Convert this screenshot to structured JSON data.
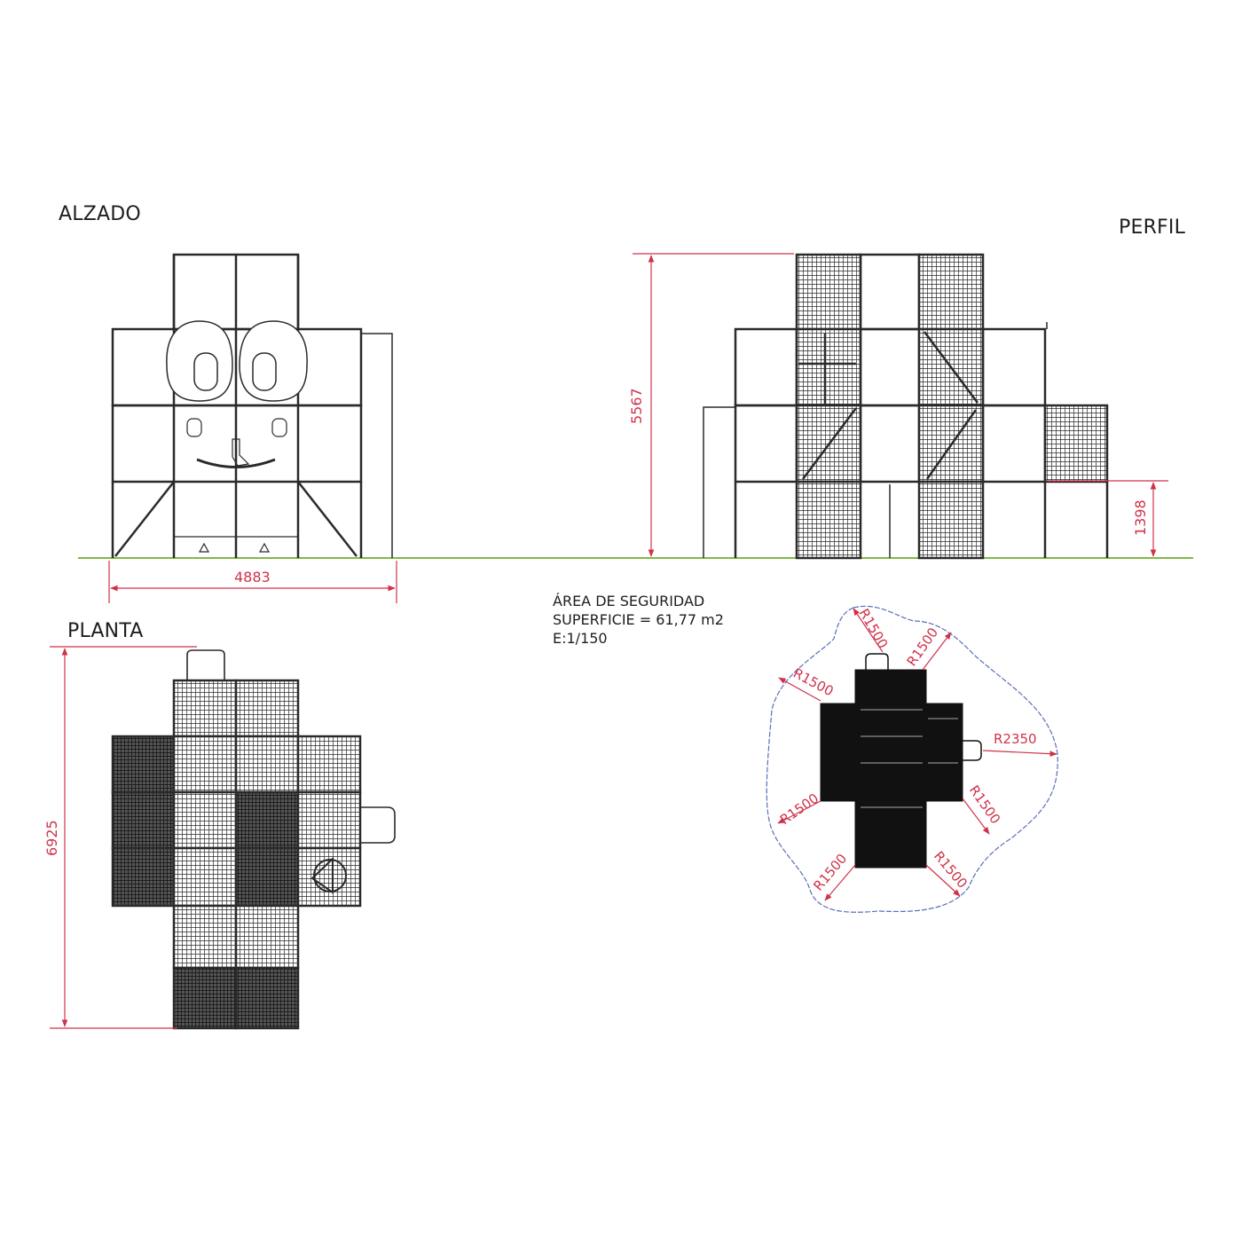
{
  "views": {
    "alzado": {
      "title": "ALZADO",
      "width_dim": "4883"
    },
    "perfil": {
      "title": "PERFIL",
      "height_dim": "5567",
      "platform_height_dim": "1398"
    },
    "planta": {
      "title": "PLANTA",
      "length_dim": "6925"
    },
    "safety_area": {
      "radii": [
        "R1500",
        "R1500",
        "R1500",
        "R2350",
        "R1500",
        "R1500",
        "R1500",
        "R1500"
      ]
    }
  },
  "notes": {
    "line1": "ÁREA DE SEGURIDAD",
    "line2": "SUPERFICIE = 61,77 m2",
    "line3": "E:1/150"
  },
  "colors": {
    "structure": "#2a2a2a",
    "dimension": "#d0324a",
    "ground": "#7fba4a",
    "safety_boundary": "#5a6fb8"
  }
}
